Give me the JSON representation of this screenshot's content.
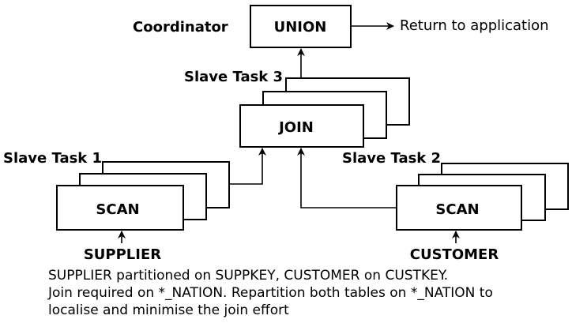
{
  "coordinator_label": "Coordinator",
  "union_label": "UNION",
  "return_label": "Return to application",
  "slave_task_3_label": "Slave Task 3",
  "join_label": "JOIN",
  "slave_task_1_label": "Slave Task 1",
  "slave_task_2_label": "Slave Task 2",
  "scan_left_label": "SCAN",
  "scan_right_label": "SCAN",
  "supplier_label": "SUPPLIER",
  "customer_label": "CUSTOMER",
  "caption": {
    "line1": "SUPPLIER partitioned on SUPPKEY, CUSTOMER on CUSTKEY.",
    "line2": "Join required on *_NATION. Repartition both tables on *_NATION to",
    "line3": "localise and minimise the join effort"
  }
}
